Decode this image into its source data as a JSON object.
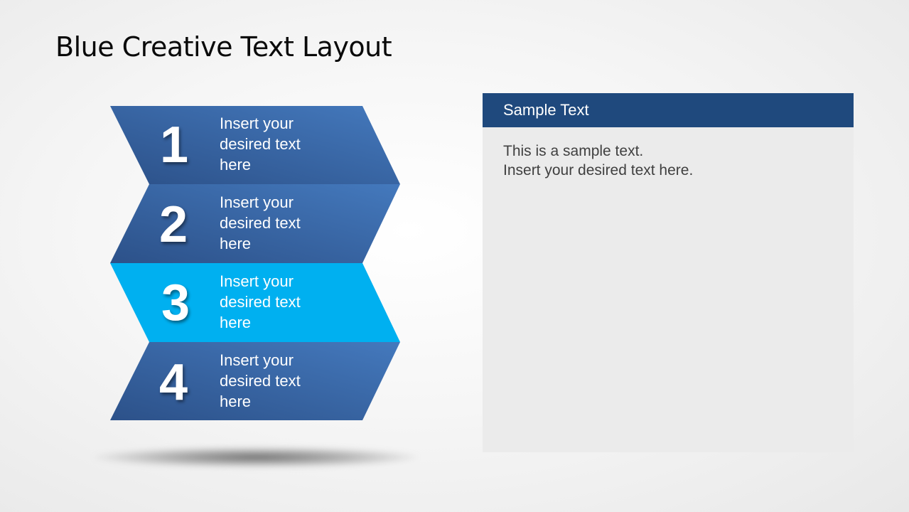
{
  "slide": {
    "title": "Blue Creative Text Layout"
  },
  "steps": [
    {
      "number": "1",
      "text": "Insert your desired text here",
      "lines": [
        "Insert your",
        "desired text",
        "here"
      ],
      "color": "#3a68a8"
    },
    {
      "number": "2",
      "text": "Insert your desired text here",
      "lines": [
        "Insert your",
        "desired text",
        "here"
      ],
      "color": "#3a68a8"
    },
    {
      "number": "3",
      "text": "Insert your desired text here",
      "lines": [
        "Insert your",
        "desired text",
        "here"
      ],
      "color": "#00b0f0"
    },
    {
      "number": "4",
      "text": "Insert your desired text here",
      "lines": [
        "Insert your",
        "desired text",
        "here"
      ],
      "color": "#3a68a8"
    }
  ],
  "panel": {
    "header": "Sample Text",
    "body_line1": "This is a sample text.",
    "body_line2": "Insert your desired text here.",
    "header_color": "#1f497d",
    "body_color": "#ebebeb"
  }
}
